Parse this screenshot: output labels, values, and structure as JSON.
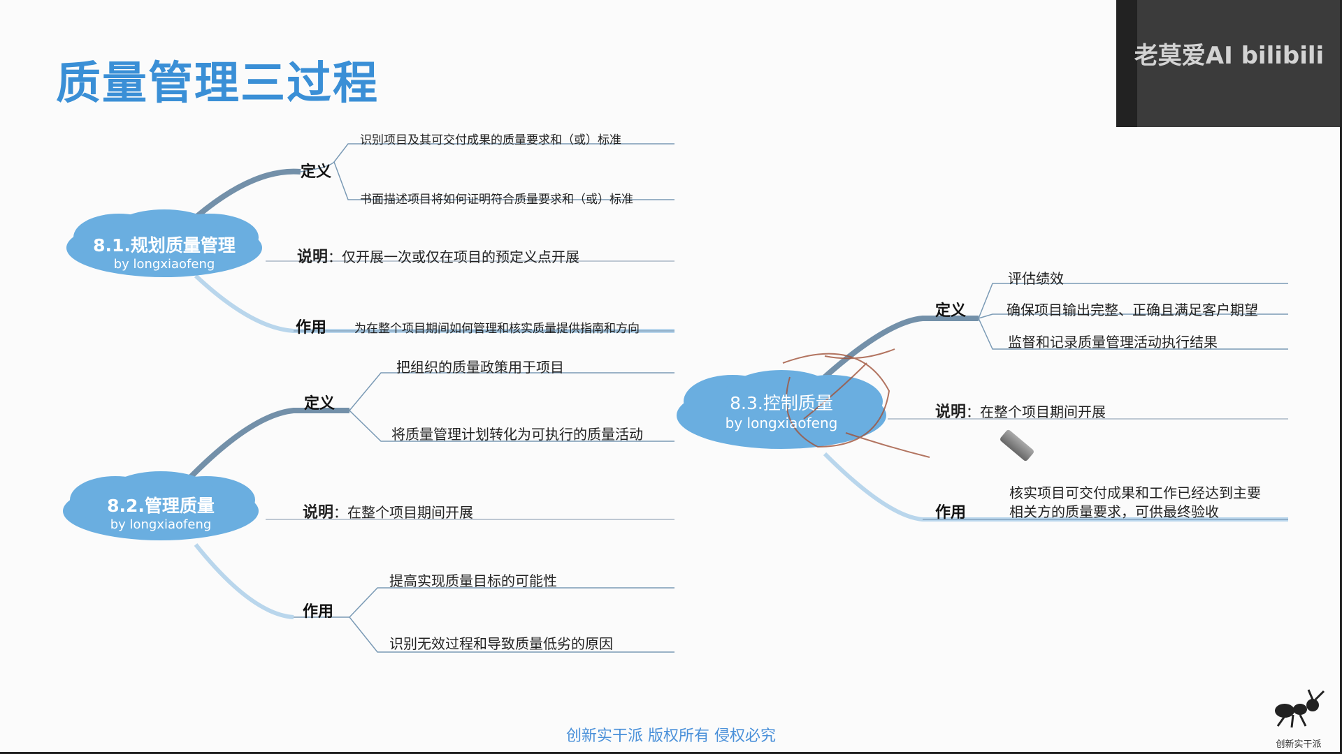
{
  "title": "质量管理三过程",
  "nodes": {
    "plan": {
      "name": "8.1.规划质量管理",
      "by": "by longxiaofeng"
    },
    "manage": {
      "name": "8.2.管理质量",
      "by": "by longxiaofeng"
    },
    "control": {
      "name": "8.3.控制质量",
      "by": "by longxiaofeng"
    }
  },
  "plan": {
    "def_label": "定义",
    "def_items": [
      "识别项目及其可交付成果的质量要求和（或）标准",
      "书面描述项目将如何证明符合质量要求和（或）标准"
    ],
    "desc_label": "说明",
    "desc_text": "：仅开展一次或仅在项目的预定义点开展",
    "use_label": "作用",
    "use_text": "为在整个项目期间如何管理和核实质量提供指南和方向"
  },
  "manage": {
    "def_label": "定义",
    "def_items": [
      "把组织的质量政策用于项目",
      "将质量管理计划转化为可执行的质量活动"
    ],
    "desc_label": "说明",
    "desc_text": "：在整个项目期间开展",
    "use_label": "作用",
    "use_items": [
      "提高实现质量目标的可能性",
      "识别无效过程和导致质量低劣的原因"
    ]
  },
  "control": {
    "def_label": "定义",
    "def_items": [
      "评估绩效",
      "确保项目输出完整、正确且满足客户期望",
      "监督和记录质量管理活动执行结果"
    ],
    "desc_label": "说明",
    "desc_text": "：在整个项目期间开展",
    "use_label": "作用",
    "use_lines": [
      "核实项目可交付成果和工作已经达到主要",
      "相关方的质量要求，可供最终验收"
    ]
  },
  "video_watermark": "老莫爱AI bilibili",
  "footer": "创新实干派   版权所有  侵权必究",
  "logo_caption": "创新实干派",
  "colors": {
    "title": "#3a8fd6",
    "cloud": "#6aaee0",
    "line": "#7a9ab5"
  }
}
